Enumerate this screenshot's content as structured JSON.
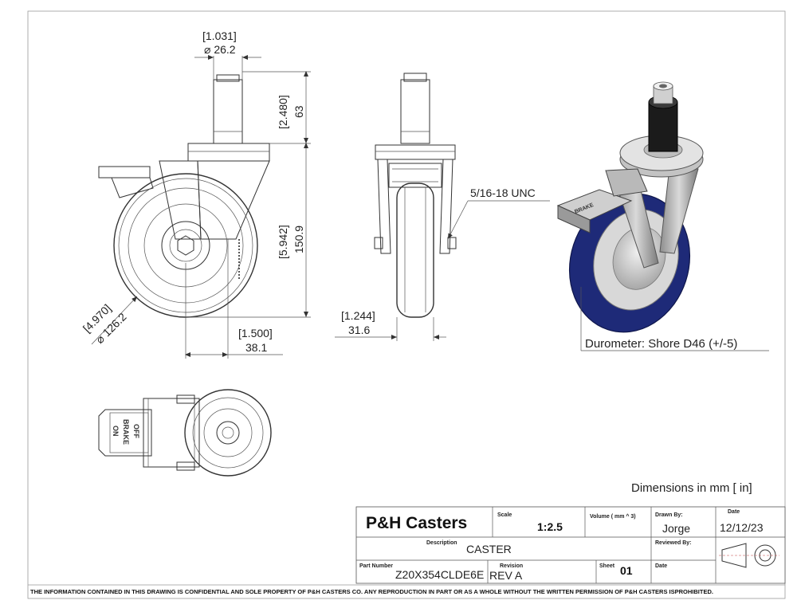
{
  "dimensions": {
    "stem_dia_in": "[1.031]",
    "stem_dia_mm": "⌀ 26.2",
    "stem_height_in": "[2.480]",
    "stem_height_mm": "63",
    "overall_height_in": "[5.942]",
    "overall_height_mm": "150.9",
    "wheel_dia_in": "[4.970]",
    "wheel_dia_mm": "⌀ 126.2",
    "offset_in": "[1.500]",
    "offset_mm": "38.1",
    "width_in": "[1.244]",
    "width_mm": "31.6",
    "thread": "5/16-18 UNC"
  },
  "callouts": {
    "durometer": "Durometer: Shore D46 (+/-5)",
    "units_note": "Dimensions in mm [ in]"
  },
  "brake_labels": {
    "off": "OFF",
    "brake": "BRAKE",
    "on": "ON"
  },
  "title_block": {
    "company": "P&H Casters",
    "scale_label": "Scale",
    "scale_value": "1:2.5",
    "volume_label": "Volume ( mm ^ 3)",
    "drawn_by_label": "Drawn By:",
    "drawn_by_value": "Jorge",
    "date_label": "Date",
    "date_value": "12/12/23",
    "description_label": "Description",
    "description_value": "CASTER",
    "reviewed_by_label": "Reviewed By:",
    "part_number_label": "Part Number",
    "part_number_value": "Z20X354CLDE6E",
    "revision_label": "Revision",
    "revision_value": "REV A",
    "sheet_label": "Sheet",
    "sheet_value": "01",
    "date2_label": "Date"
  },
  "footer": "THE INFORMATION CONTAINED IN THIS DRAWING IS CONFIDENTIAL AND SOLE PROPERTY OF P&H CASTERS CO.  ANY REPRODUCTION IN PART OR AS A WHOLE WITHOUT THE WRITTEN PERMISSION OF P&H CASTERS ISPROHIBITED.",
  "colors": {
    "wheel_blue": "#1e2a78",
    "hub_grey": "#c9c9c9",
    "stem_black": "#1b1b1b"
  }
}
